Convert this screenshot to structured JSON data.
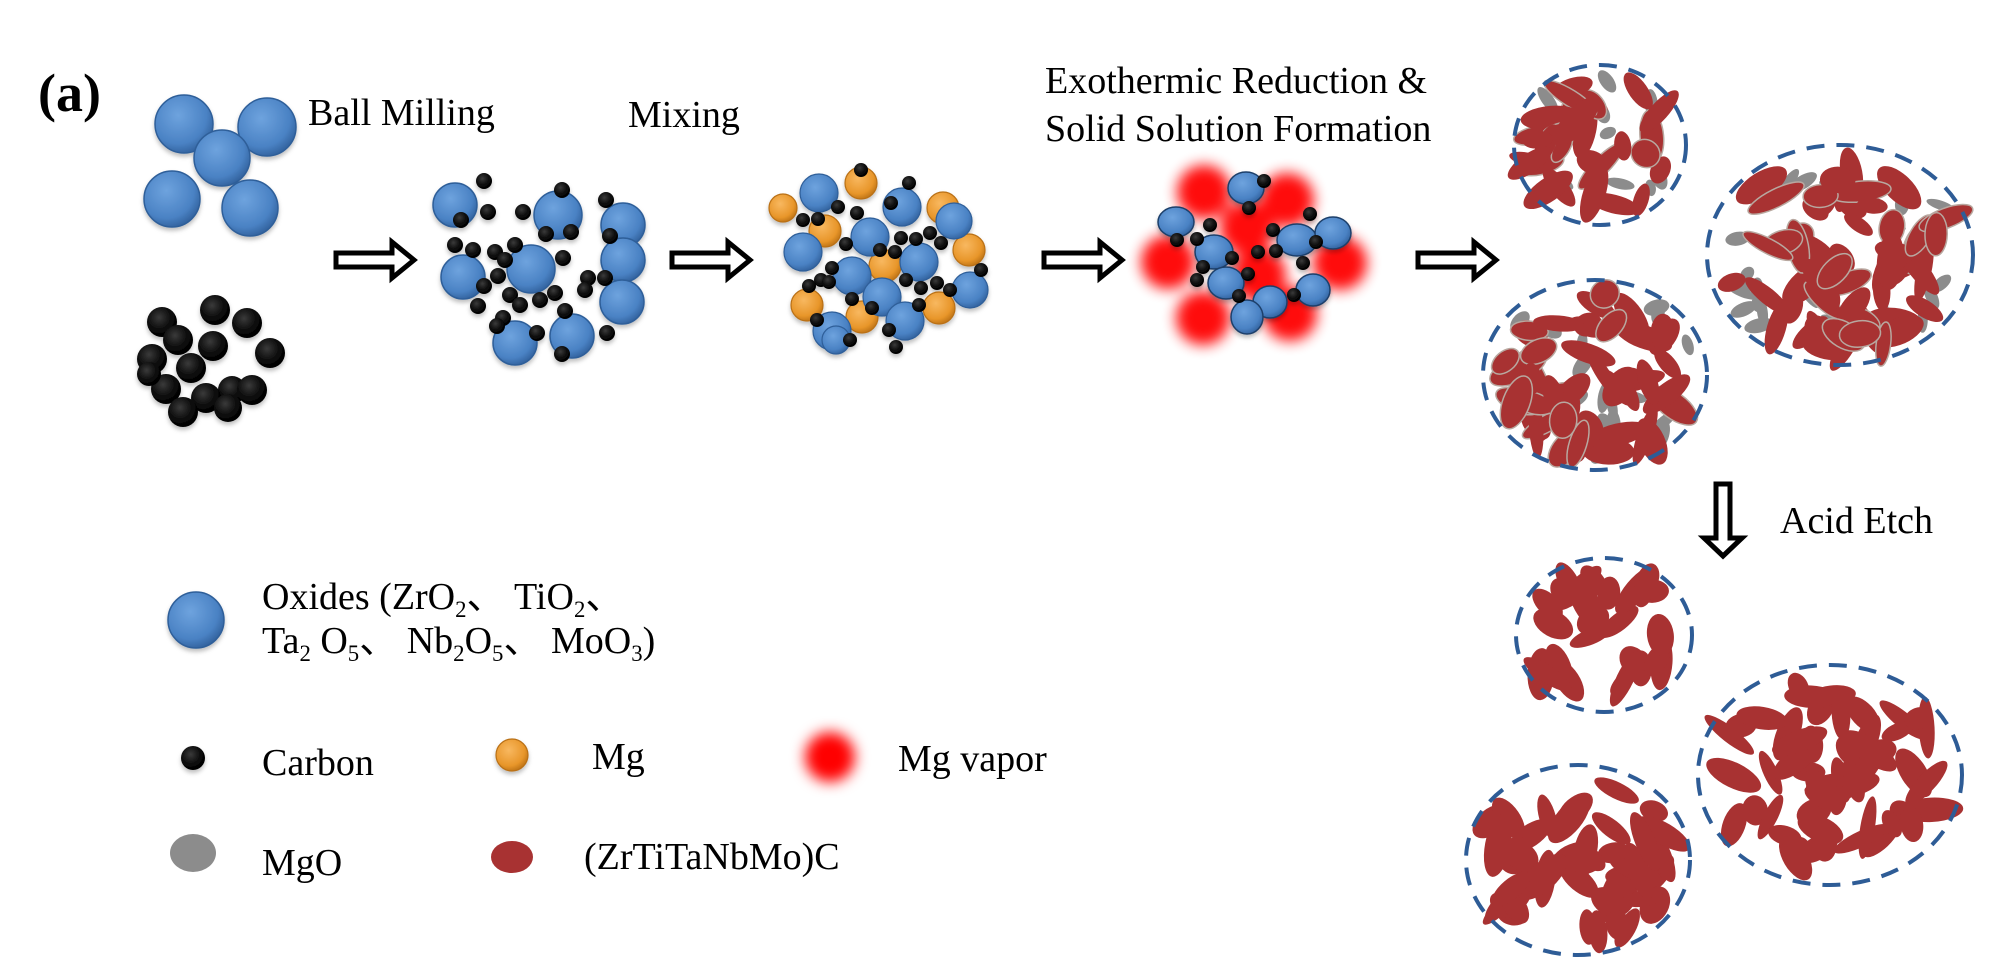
{
  "panel_label": "(a)",
  "steps": {
    "ball_milling": "Ball Milling",
    "mixing": "Mixing",
    "reduction_line1": "Exothermic Reduction &",
    "reduction_line2": "Solid Solution Formation",
    "acid_etch": "Acid Etch"
  },
  "legend": {
    "oxides_prefix": "Oxides (",
    "oxides_items": [
      {
        "el": "ZrO",
        "sub": "2",
        "sep": "、"
      },
      {
        "el": "TiO",
        "sub": "2",
        "sep": "、"
      },
      {
        "el": "Ta",
        "sub": "2",
        "el2": " O",
        "sub2": "5",
        "sep": "、"
      },
      {
        "el": "Nb",
        "sub": "2",
        "el2": "O",
        "sub2": "5",
        "sep": "、"
      },
      {
        "el": "MoO",
        "sub": "3",
        "sep": ")"
      }
    ],
    "carbon": "Carbon",
    "mg": "Mg",
    "mg_vapor": "Mg vapor",
    "mgo": "MgO",
    "carbide": "(ZrTiTaNbMo)C"
  },
  "colors": {
    "oxide": "#4a82c4",
    "carbon": "#0a0a0a",
    "mg": "#e8962a",
    "mg_vapor": "#ff0000",
    "mgo": "#8c8c8c",
    "carbide": "#a83232",
    "dashed_outline": "#2e5c96"
  }
}
